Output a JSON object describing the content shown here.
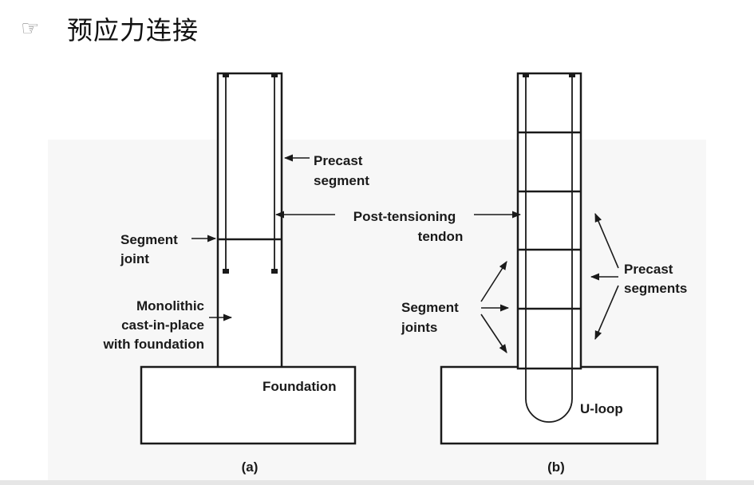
{
  "header": {
    "icon": "pointing-hand-icon",
    "icon_glyph": "☞",
    "title": "预应力连接"
  },
  "figure_a": {
    "caption": "(a)",
    "labels": {
      "precast_segment": [
        "Precast",
        "segment"
      ],
      "segment_joint": [
        "Segment",
        "joint"
      ],
      "monolithic": [
        "Monolithic",
        "cast-in-place",
        "with foundation"
      ],
      "foundation": "Foundation"
    }
  },
  "figure_b": {
    "caption": "(b)",
    "labels": {
      "precast_segments": [
        "Precast",
        "segments"
      ],
      "segment_joints": [
        "Segment",
        "joints"
      ],
      "u_loop": "U-loop"
    }
  },
  "shared": {
    "post_tensioning_tendon": [
      "Post-tensioning",
      "tendon"
    ]
  }
}
